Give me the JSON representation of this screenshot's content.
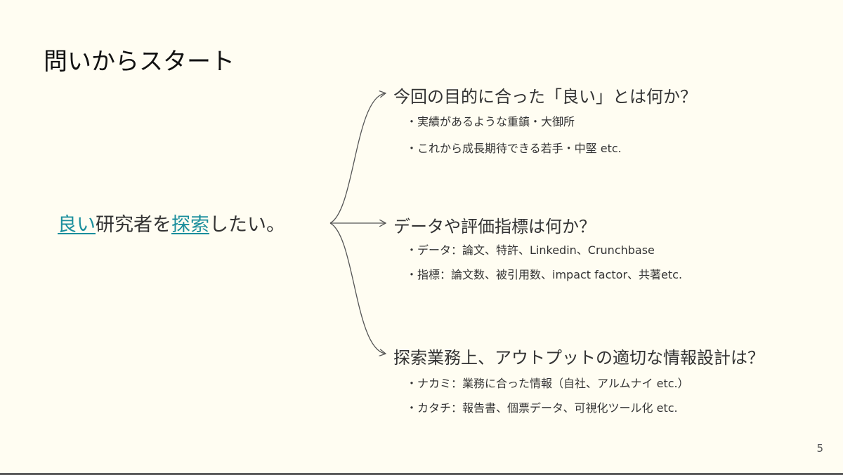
{
  "slide": {
    "title": "問いからスタート",
    "page_number": "5"
  },
  "main": {
    "kw1": "良い",
    "mid": "研究者を",
    "kw2": "探索",
    "tail": "したい。"
  },
  "branches": [
    {
      "question": "今回の目的に合った「良い」とは何か？",
      "details": [
        "・実績があるような重鎮・大御所",
        "・これから成長期待できる若手・中堅 etc."
      ]
    },
    {
      "question": "データや評価指標は何か？",
      "details": [
        "・データ：論文、特許、Linkedin、Crunchbase",
        "・指標：論文数、被引用数、impact factor、共著etc."
      ]
    },
    {
      "question": "探索業務上、アウトプットの適切な情報設計は？",
      "details": [
        "・ナカミ：業務に合った情報（自社、アルムナイ etc.）",
        "・カタチ：報告書、個票データ、可視化ツール化 etc."
      ]
    }
  ],
  "colors": {
    "background": "#fffdf2",
    "keyword": "#1a8e9c",
    "text": "#333333",
    "connector": "#555555"
  }
}
